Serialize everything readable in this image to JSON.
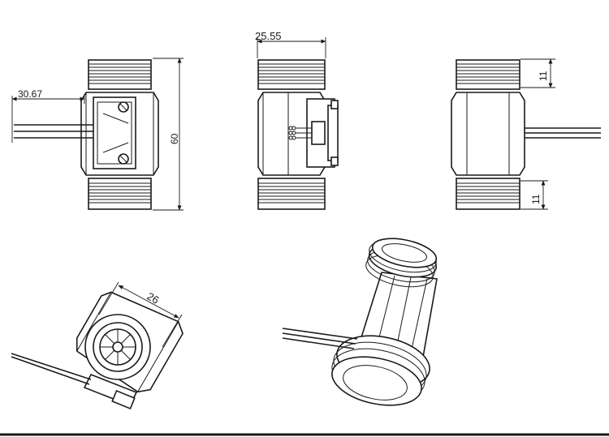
{
  "dimensions": {
    "wire_offset": "30.67",
    "overall_length": "60",
    "body_width": "25.55",
    "thread_top": "11",
    "thread_bottom": "11",
    "hex_width": "26"
  },
  "colors": {
    "line": "#1a1a1a",
    "background": "#ffffff"
  }
}
